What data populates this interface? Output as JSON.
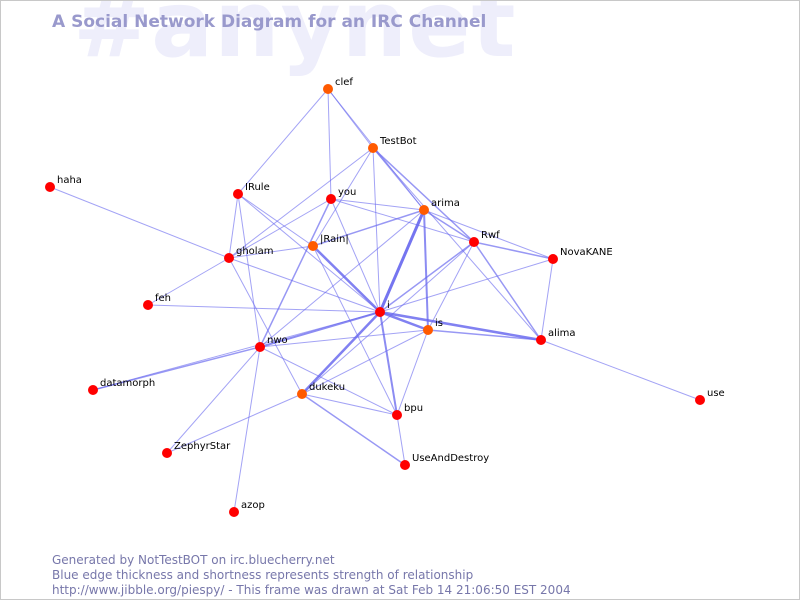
{
  "channel_watermark": "#anynet",
  "title": "A Social Network Diagram for an IRC Channel",
  "footer": {
    "line1": "Generated by NotTestBOT on irc.bluecherry.net",
    "line2": "Blue edge thickness and shortness represents strength of relationship",
    "line3": "http://www.jibble.org/piespy/ - This frame was drawn at Sat Feb 14 21:06:50 EST 2004"
  },
  "colors": {
    "edge": "#6666ee",
    "node_red": "#ff0000",
    "node_orange": "#ff5a00",
    "title": "#9999cc",
    "watermark": "#eeeefb"
  },
  "nodes": [
    {
      "id": "clef",
      "label": "clef",
      "color": "orange"
    },
    {
      "id": "TestBot",
      "label": "TestBot",
      "color": "orange"
    },
    {
      "id": "haha",
      "label": "haha",
      "color": "red"
    },
    {
      "id": "IRule",
      "label": "IRule",
      "color": "red"
    },
    {
      "id": "you",
      "label": "you",
      "color": "red"
    },
    {
      "id": "arima",
      "label": "arima",
      "color": "orange"
    },
    {
      "id": "Rwf",
      "label": "Rwf",
      "color": "red"
    },
    {
      "id": "Rain",
      "label": "|Rain|",
      "color": "orange"
    },
    {
      "id": "gholam",
      "label": "gholam",
      "color": "red"
    },
    {
      "id": "NovaKANE",
      "label": "NovaKANE",
      "color": "red"
    },
    {
      "id": "feh",
      "label": "feh",
      "color": "red"
    },
    {
      "id": "i",
      "label": "i",
      "color": "red"
    },
    {
      "id": "is",
      "label": "is",
      "color": "orange"
    },
    {
      "id": "alima",
      "label": "alima",
      "color": "red"
    },
    {
      "id": "nwo",
      "label": "nwo",
      "color": "red"
    },
    {
      "id": "use",
      "label": "use",
      "color": "red"
    },
    {
      "id": "datamorph",
      "label": "datamorph",
      "color": "red"
    },
    {
      "id": "dukeku",
      "label": "dukeku",
      "color": "orange"
    },
    {
      "id": "bpu",
      "label": "bpu",
      "color": "red"
    },
    {
      "id": "ZephyrStar",
      "label": "ZephyrStar",
      "color": "red"
    },
    {
      "id": "UseAndDestroy",
      "label": "UseAndDestroy",
      "color": "red"
    },
    {
      "id": "azop",
      "label": "azop",
      "color": "red"
    }
  ],
  "edges": [
    {
      "from": "i",
      "to": "arima",
      "weight": 3
    },
    {
      "from": "i",
      "to": "Rain",
      "weight": 2.5
    },
    {
      "from": "i",
      "to": "dukeku",
      "weight": 2.5
    },
    {
      "from": "i",
      "to": "is",
      "weight": 2.5
    },
    {
      "from": "i",
      "to": "alima",
      "weight": 2.5
    },
    {
      "from": "i",
      "to": "bpu",
      "weight": 2
    },
    {
      "from": "i",
      "to": "nwo",
      "weight": 2
    },
    {
      "from": "i",
      "to": "Rwf",
      "weight": 1.5
    },
    {
      "from": "i",
      "to": "you",
      "weight": 1
    },
    {
      "from": "i",
      "to": "IRule",
      "weight": 1
    },
    {
      "from": "i",
      "to": "gholam",
      "weight": 1
    },
    {
      "from": "i",
      "to": "feh",
      "weight": 1
    },
    {
      "from": "i",
      "to": "NovaKANE",
      "weight": 1
    },
    {
      "from": "i",
      "to": "TestBot",
      "weight": 1
    },
    {
      "from": "i",
      "to": "datamorph",
      "weight": 1
    },
    {
      "from": "arima",
      "to": "is",
      "weight": 2
    },
    {
      "from": "arima",
      "to": "Rain",
      "weight": 1.5
    },
    {
      "from": "arima",
      "to": "Rwf",
      "weight": 1.5
    },
    {
      "from": "arima",
      "to": "you",
      "weight": 1
    },
    {
      "from": "arima",
      "to": "NovaKANE",
      "weight": 1
    },
    {
      "from": "arima",
      "to": "TestBot",
      "weight": 1
    },
    {
      "from": "arima",
      "to": "nwo",
      "weight": 1
    },
    {
      "from": "Rwf",
      "to": "TestBot",
      "weight": 1.5
    },
    {
      "from": "Rwf",
      "to": "NovaKANE",
      "weight": 1.5
    },
    {
      "from": "Rwf",
      "to": "alima",
      "weight": 1.5
    },
    {
      "from": "Rwf",
      "to": "is",
      "weight": 1
    },
    {
      "from": "Rwf",
      "to": "you",
      "weight": 1
    },
    {
      "from": "Rwf",
      "to": "dukeku",
      "weight": 1
    },
    {
      "from": "is",
      "to": "alima",
      "weight": 1.5
    },
    {
      "from": "is",
      "to": "bpu",
      "weight": 1
    },
    {
      "from": "is",
      "to": "dukeku",
      "weight": 1
    },
    {
      "from": "is",
      "to": "nwo",
      "weight": 1
    },
    {
      "from": "alima",
      "to": "NovaKANE",
      "weight": 1
    },
    {
      "from": "alima",
      "to": "use",
      "weight": 1
    },
    {
      "from": "alima",
      "to": "TestBot",
      "weight": 1
    },
    {
      "from": "clef",
      "to": "TestBot",
      "weight": 1
    },
    {
      "from": "clef",
      "to": "you",
      "weight": 1
    },
    {
      "from": "clef",
      "to": "IRule",
      "weight": 1
    },
    {
      "from": "clef",
      "to": "arima",
      "weight": 1
    },
    {
      "from": "TestBot",
      "to": "gholam",
      "weight": 1
    },
    {
      "from": "TestBot",
      "to": "Rain",
      "weight": 1
    },
    {
      "from": "you",
      "to": "nwo",
      "weight": 1.5
    },
    {
      "from": "you",
      "to": "gholam",
      "weight": 1
    },
    {
      "from": "Rain",
      "to": "gholam",
      "weight": 1
    },
    {
      "from": "Rain",
      "to": "bpu",
      "weight": 1
    },
    {
      "from": "gholam",
      "to": "haha",
      "weight": 1
    },
    {
      "from": "gholam",
      "to": "feh",
      "weight": 1
    },
    {
      "from": "gholam",
      "to": "dukeku",
      "weight": 1
    },
    {
      "from": "IRule",
      "to": "gholam",
      "weight": 1
    },
    {
      "from": "IRule",
      "to": "nwo",
      "weight": 1
    },
    {
      "from": "IRule",
      "to": "Rain",
      "weight": 1
    },
    {
      "from": "nwo",
      "to": "datamorph",
      "weight": 1.5
    },
    {
      "from": "nwo",
      "to": "ZephyrStar",
      "weight": 1
    },
    {
      "from": "nwo",
      "to": "azop",
      "weight": 1
    },
    {
      "from": "nwo",
      "to": "bpu",
      "weight": 1
    },
    {
      "from": "dukeku",
      "to": "bpu",
      "weight": 1
    },
    {
      "from": "dukeku",
      "to": "UseAndDestroy",
      "weight": 1.5
    },
    {
      "from": "dukeku",
      "to": "ZephyrStar",
      "weight": 1
    },
    {
      "from": "bpu",
      "to": "UseAndDestroy",
      "weight": 1
    }
  ]
}
